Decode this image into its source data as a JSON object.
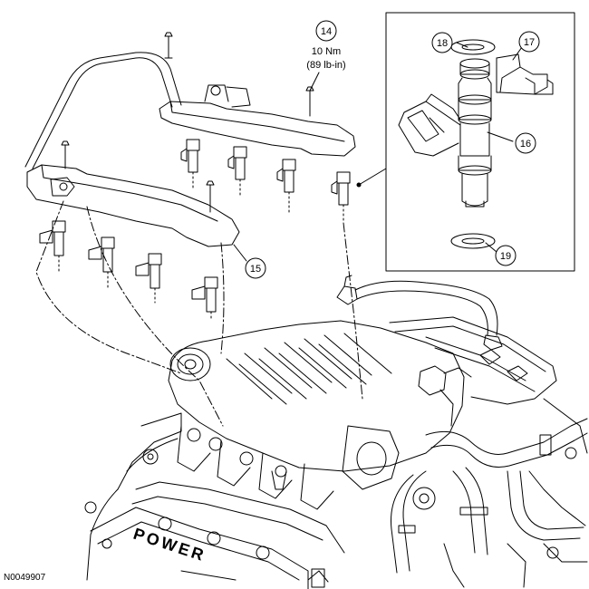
{
  "callouts": {
    "c14": "14",
    "c15": "15",
    "c16": "16",
    "c17": "17",
    "c18": "18",
    "c19": "19"
  },
  "torque_spec": {
    "metric": "10 Nm",
    "imperial": "(89 lb-in)"
  },
  "figure_id": "N0049907",
  "engine_cover_text": "POWER"
}
